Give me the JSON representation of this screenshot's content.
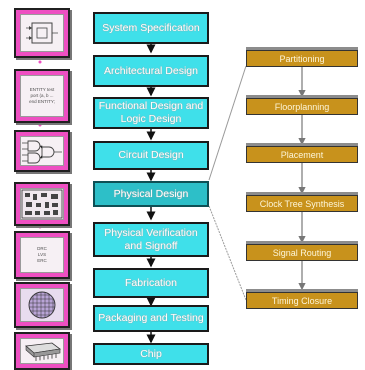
{
  "flow": [
    "System Specification",
    "Architectural Design",
    "Functional Design and Logic Design",
    "Circuit Design",
    "Physical Design",
    "Physical Verification and Signoff",
    "Fabrication",
    "Packaging and Testing",
    "Chip"
  ],
  "physical_design_steps": [
    "Partitioning",
    "Floorplanning",
    "Placement",
    "Clock Tree Synthesis",
    "Signal Routing",
    "Timing Closure"
  ],
  "thumbnails": {
    "hdl_text": [
      "ENTITY test",
      "port (a, b ...",
      "end ENTITY;"
    ],
    "drc_text": [
      "DRC",
      "LVS",
      "ERC"
    ]
  },
  "colors": {
    "flow_box": "#3fe0ea",
    "flow_box_highlight": "#2dbfc8",
    "step_box": "#c8921c",
    "thumbnail": "#ee4fc2"
  },
  "icons": [
    "block-diagram-icon",
    "hdl-code-icon",
    "logic-gates-icon",
    "layout-icon",
    "verification-icon",
    "wafer-icon",
    "chip-icon"
  ]
}
